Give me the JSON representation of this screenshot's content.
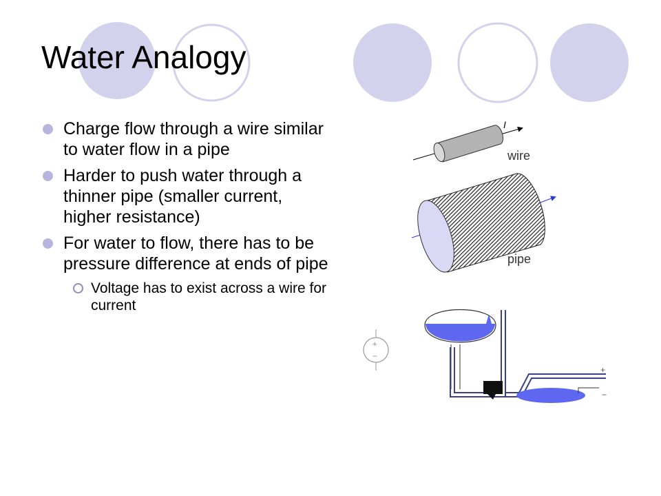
{
  "slide": {
    "title": "Water Analogy",
    "bullets": [
      "Charge flow through a wire similar to water flow in a pipe",
      "Harder to push water through a thinner pipe (smaller current, higher resistance)",
      "For water to flow, there has to be pressure difference at ends of pipe"
    ],
    "sub_bullets": [
      "Voltage has to exist across a wire for current"
    ]
  },
  "figure": {
    "current_symbol": "I",
    "wire_label": "wire",
    "pipe_label": "pipe",
    "plus": "+",
    "minus": "−"
  },
  "colors": {
    "circle_fill": "#d3d2ec",
    "circle_stroke": "#d3d2ec",
    "bullet": "#b7b5dc",
    "water": "#5d67f0",
    "pipe_outline": "#3a3f8f",
    "arrow": "#2d39e0"
  }
}
